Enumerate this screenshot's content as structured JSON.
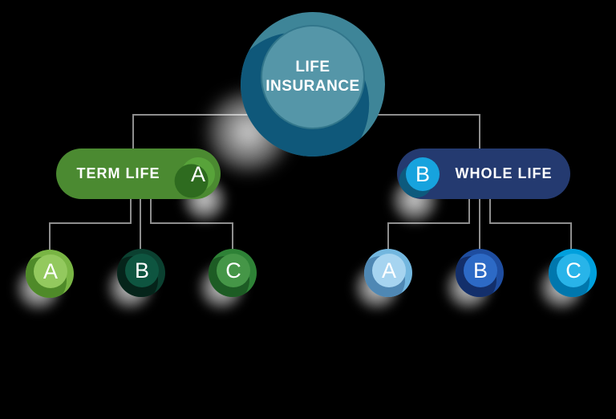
{
  "diagram": {
    "background": "#000000",
    "line_color": "#8e8e8e",
    "root": {
      "label_line1": "LIFE",
      "label_line2": "INSURANCE",
      "colors": {
        "outer": "#3e8598",
        "inner": "#5596a8",
        "fold": "#0f587a"
      }
    },
    "term": {
      "label": "TERM LIFE",
      "badge": "A",
      "pill_color": "#4b8a31",
      "badge_color": "#58a33a",
      "children": [
        {
          "label": "A",
          "outer": "#79b544",
          "inner": "#93c95e"
        },
        {
          "label": "B",
          "outer": "#0b4030",
          "inner": "#0e5540"
        },
        {
          "label": "C",
          "outer": "#2e8236",
          "inner": "#459647"
        }
      ]
    },
    "whole": {
      "label": "WHOLE LIFE",
      "badge": "B",
      "pill_color": "#243a70",
      "badge_color": "#17a3de",
      "children": [
        {
          "label": "A",
          "outer": "#73b7df",
          "inner": "#a6d4f0"
        },
        {
          "label": "B",
          "outer": "#1e4da0",
          "inner": "#2d6ac6"
        },
        {
          "label": "C",
          "outer": "#00a0dd",
          "inner": "#28b4e9"
        }
      ]
    }
  }
}
